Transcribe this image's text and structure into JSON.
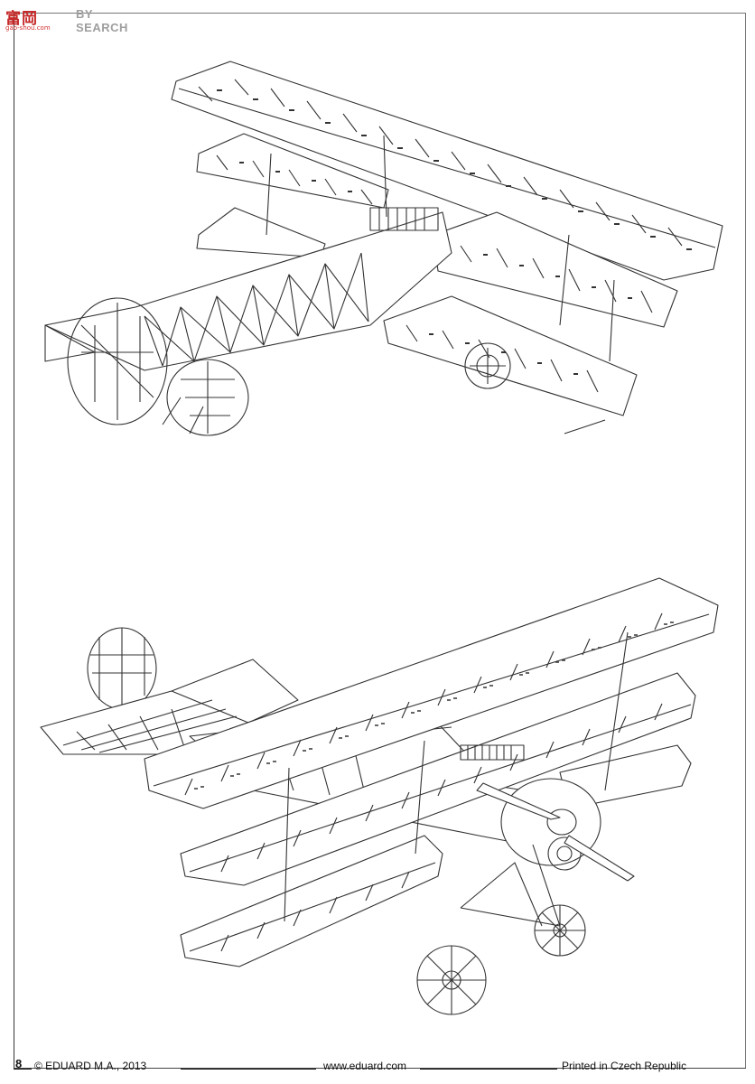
{
  "watermark": {
    "logo_text": "富岡",
    "search_text": "BY SEARCH",
    "url_text": "gao-shou.com"
  },
  "footer": {
    "page_number": "8",
    "copyright": "© EDUARD M.A., 2013",
    "website": "www.eduard.com",
    "printed": "Printed in Czech Republic"
  },
  "illustrations": {
    "top": "triplane-skeleton-framework",
    "bottom": "triplane-partially-covered"
  },
  "colors": {
    "line": "#333333",
    "paper": "#ffffff",
    "watermark_red": "#c62828",
    "watermark_gray": "#9e9e9e"
  }
}
